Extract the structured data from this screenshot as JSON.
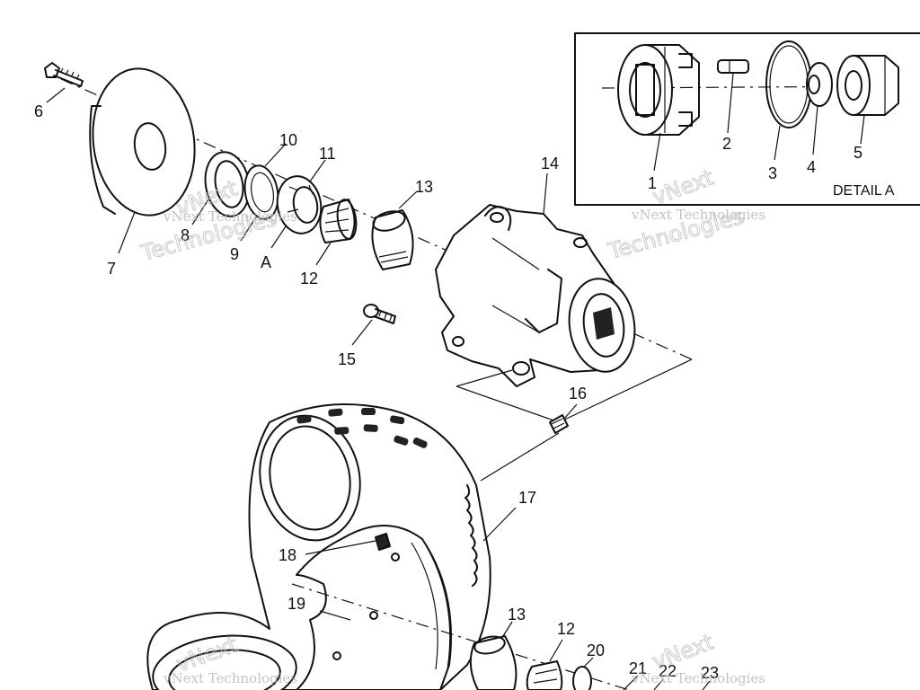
{
  "detail_label": "DETAIL A",
  "callouts": {
    "c1": "1",
    "c2": "2",
    "c3": "3",
    "c4": "4",
    "c5": "5",
    "c6": "6",
    "c7": "7",
    "c8": "8",
    "c9": "9",
    "c10": "10",
    "c11": "11",
    "cA": "A",
    "c12": "12",
    "c13": "13",
    "c14": "14",
    "c15": "15",
    "c16": "16",
    "c17": "17",
    "c18": "18",
    "c19": "19",
    "c13b": "13",
    "c12b": "12",
    "c20": "20",
    "c21": "21",
    "c22": "22",
    "c23": "23"
  },
  "watermarks": {
    "brand": "vNext",
    "line1": "vNext Technologies",
    "line2": "Technologies"
  }
}
